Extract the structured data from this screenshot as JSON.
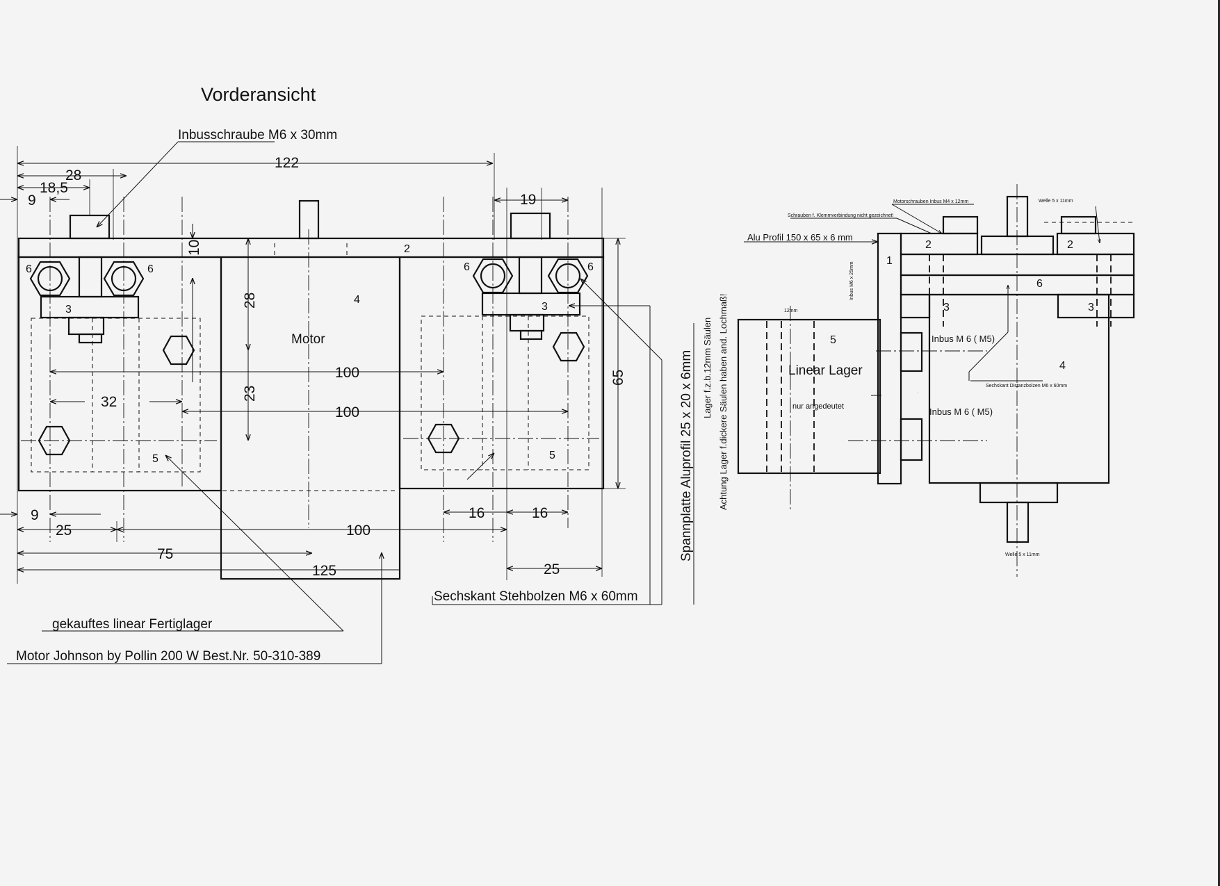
{
  "front_view": {
    "title": "Vorderansicht",
    "labels": {
      "inbus_screw": "Inbusschraube M6 x 30mm",
      "motor": "Motor",
      "spannplatte": "Spannplatte Aluprofil 25 x 20 x 6mm",
      "stehbolzen": "Sechskant Stehbolzen M6 x 60mm",
      "linear_bearing": "gekauftes linear Fertiglager",
      "motor_spec": "Motor Johnson by Pollin 200 W Best.Nr. 50-310-389",
      "bearing_note_1": "Lager f.z.b.12mm Säulen",
      "bearing_note_2": "Achtung Lager f.dickere Säulen haben and. Lochmaß!"
    },
    "part_numbers": {
      "p2": "2",
      "p3a": "3",
      "p3b": "3",
      "p4": "4",
      "p5a": "5",
      "p5b": "5",
      "p6a": "6",
      "p6b": "6",
      "p6c": "6",
      "p6d": "6"
    },
    "dimensions": {
      "d122": "122",
      "d28_top": "28",
      "d18_5": "18,5",
      "d9_top": "9",
      "d19": "19",
      "d10": "10",
      "d28_side": "28",
      "d23": "23",
      "d65": "65",
      "d100_a": "100",
      "d100_b": "100",
      "d32": "32",
      "d16_a": "16",
      "d16_b": "16",
      "d9_bot": "9",
      "d25_left": "25",
      "d100_bot": "100",
      "d75": "75",
      "d125": "125",
      "d25_right": "25"
    }
  },
  "side_view": {
    "labels": {
      "alu_profil": "Alu Profil 150 x 65 x 6 mm",
      "motorschrauben": "Motorschrauben Inbus M4 x 12mm",
      "klemm": "Schrauben f. Klemmverbindung nicht gezeichnet!",
      "welle_top": "Welle 5 x 11mm",
      "welle_bot": "Welle 5 x 11mm",
      "inbus_vertical": "Inbus M6 x 25mm",
      "mm12": "12mm",
      "linear_lager": "Linear Lager",
      "angedeutet": "nur angedeutet",
      "inbus_m6_a": "Inbus M 6 ( M5)",
      "inbus_m6_b": "Inbus M 6 ( M5)",
      "distanzbolzen": "Sechskant Distanzbolzen M6 x 60mm"
    },
    "part_numbers": {
      "p1": "1",
      "p2a": "2",
      "p2b": "2",
      "p3a": "3",
      "p3b": "3",
      "p4": "4",
      "p5": "5",
      "p6": "6"
    }
  }
}
